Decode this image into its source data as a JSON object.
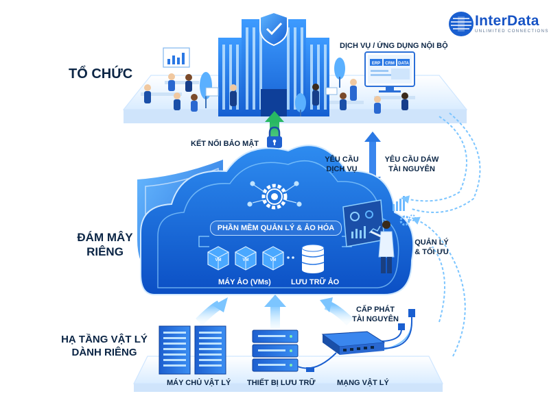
{
  "logo": {
    "brand": "InterData",
    "tagline": "UNLIMITED CONNECTIONS"
  },
  "layers": {
    "organization": "TỔ CHỨC",
    "private_cloud": [
      "ĐÁM MÂY",
      "RIÊNG"
    ],
    "infrastructure": [
      "HẠ TẦNG VẬT LÝ",
      "DÀNH RIÊNG"
    ]
  },
  "organization": {
    "internal_apps_title": "DỊCH VỤ / ỨNG DỤNG NỘI BỘ",
    "app_tabs": [
      "ERP",
      "CRM",
      "DATA"
    ]
  },
  "flows": {
    "secure_connection": "KẾT NỐI BẢO MẬT",
    "service_request": [
      "YÊU CẦU",
      "DỊCH VỤ"
    ],
    "resource_request": [
      "YÊU CẦU DÁW",
      "TÀI NGUYÊN"
    ],
    "manage_optimize": [
      "QUẢN LÝ",
      "& TỐI ƯU"
    ],
    "resource_allocation": [
      "CẤP PHÁT",
      "TÀI NGUYÊN"
    ]
  },
  "cloud": {
    "management_software": "PHẦN MỀM QUẢN LÝ & ẢO HÓA",
    "vm_badge": "VM",
    "virtual_machines": "MÁY ẢO (VMs)",
    "virtual_storage": "LƯU TRỮ ẢO"
  },
  "infrastructure": {
    "physical_servers": "MÁY CHỦ VẬT LÝ",
    "storage_devices": "THIẾT BỊ LƯU TRỮ",
    "physical_network": "MẠNG VẬT LÝ"
  },
  "colors": {
    "primary_blue": "#1565d8",
    "dark_navy": "#0b2545",
    "light_blue": "#8fd0ff",
    "green": "#36c77a",
    "brand_blue": "#1653c5"
  }
}
